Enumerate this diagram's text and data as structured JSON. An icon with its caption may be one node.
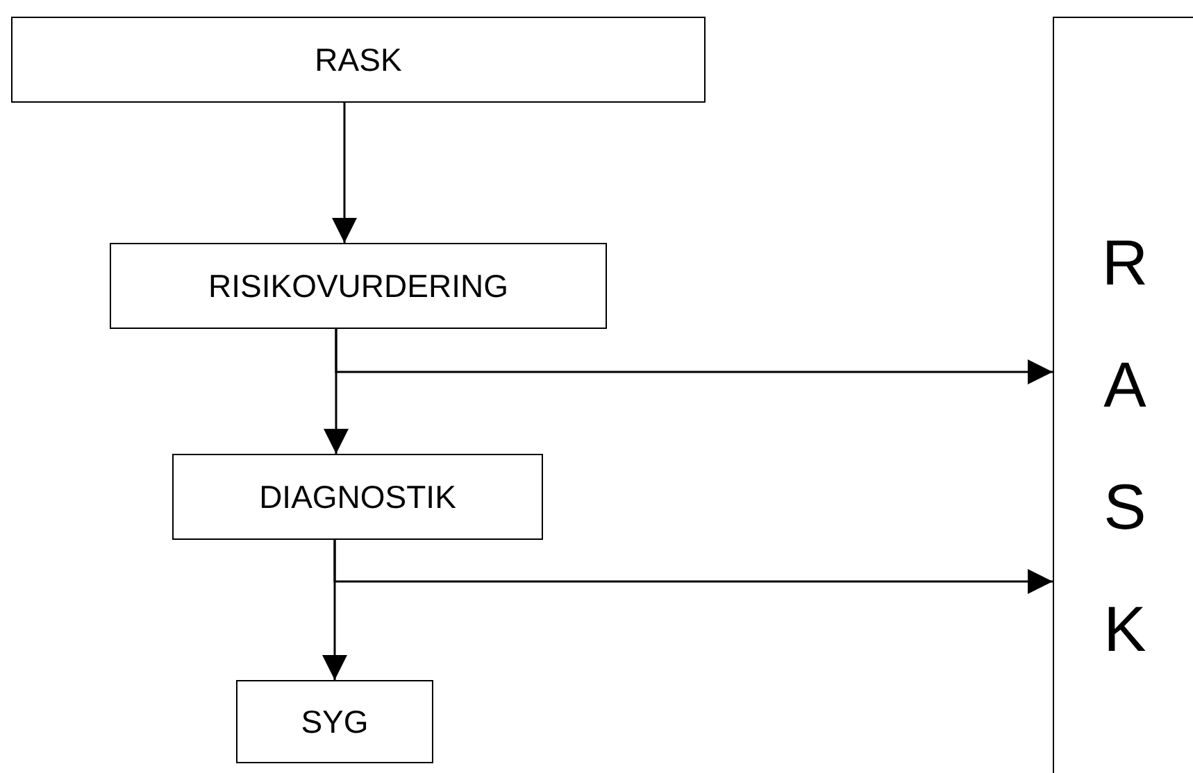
{
  "diagram": {
    "nodes": [
      {
        "text": [
          "RASK"
        ]
      },
      {
        "text": [
          "RISIKOVURDERING"
        ]
      },
      {
        "text": [
          "DIAGNOSTIK"
        ]
      },
      {
        "text": [
          "SYG"
        ]
      },
      {
        "text": [
          "RASK"
        ]
      }
    ],
    "edges": [
      {
        "from": 0,
        "to": 1,
        "arrow": "to"
      },
      {
        "from": 1,
        "to": 2,
        "arrow": "to"
      },
      {
        "from": 1,
        "to": 4,
        "arrow": "to"
      },
      {
        "from": 2,
        "to": 3,
        "arrow": "to"
      },
      {
        "from": 2,
        "to": 4,
        "arrow": "to"
      }
    ]
  }
}
